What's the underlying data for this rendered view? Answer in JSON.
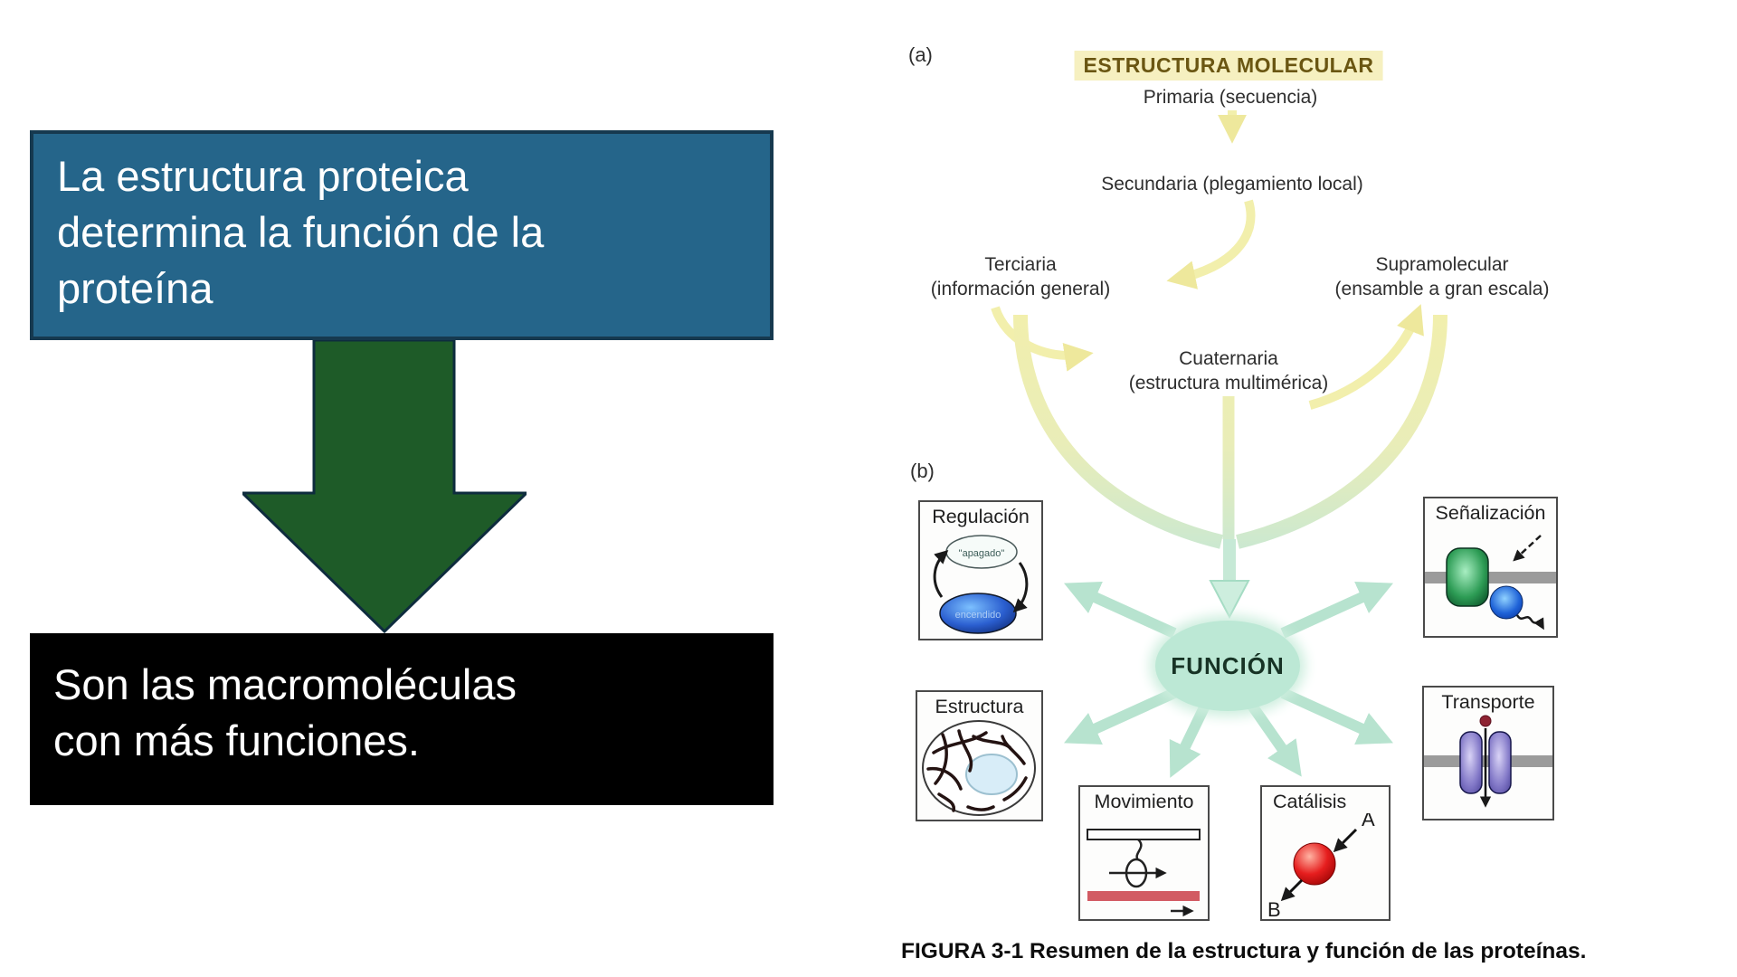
{
  "slide": {
    "statement_box": {
      "lines": [
        "La estructura proteica",
        "determina la función de la",
        "proteína"
      ],
      "bg": "#25658a",
      "border": "#16394f"
    },
    "arrow": {
      "fill": "#1e5b28",
      "outline": "#0e2c3e"
    },
    "conclusion_box": {
      "lines": [
        "Son las macromoléculas",
        "con más funciones."
      ],
      "bg": "#000000"
    }
  },
  "figure": {
    "panel_a_label": "(a)",
    "panel_b_label": "(b)",
    "title": "ESTRUCTURA MOLECULAR",
    "title_bg": "#f6f0c0",
    "title_color": "#6a5612",
    "levels": {
      "primaria": "Primaria (secuencia)",
      "secundaria": "Secundaria (plegamiento local)",
      "terciaria": "Terciaria",
      "terciaria_sub": "(información general)",
      "supramolecular": "Supramolecular",
      "supramolecular_sub": "(ensamble a gran escala)",
      "cuaternaria": "Cuaternaria",
      "cuaternaria_sub": "(estructura multimérica)"
    },
    "funcion": {
      "label": "FUNCIÓN",
      "bg": "#bce8d5"
    },
    "function_boxes": {
      "regulacion": {
        "title": "Regulación",
        "state_off": "\"apagado\"",
        "state_on": "encendido"
      },
      "senalizacion": {
        "title": "Señalización"
      },
      "estructura": {
        "title": "Estructura"
      },
      "transporte": {
        "title": "Transporte"
      },
      "movimiento": {
        "title": "Movimiento"
      },
      "catalisis": {
        "title": "Catálisis",
        "label_a": "A",
        "label_b": "B"
      }
    },
    "caption": "FIGURA 3-1 Resumen de la estructura y función de las proteínas.",
    "colors": {
      "flow_yellow": "#f2efac",
      "flow_mint": "#b7e3cf",
      "membrane_gray": "#9b9b9b"
    }
  }
}
